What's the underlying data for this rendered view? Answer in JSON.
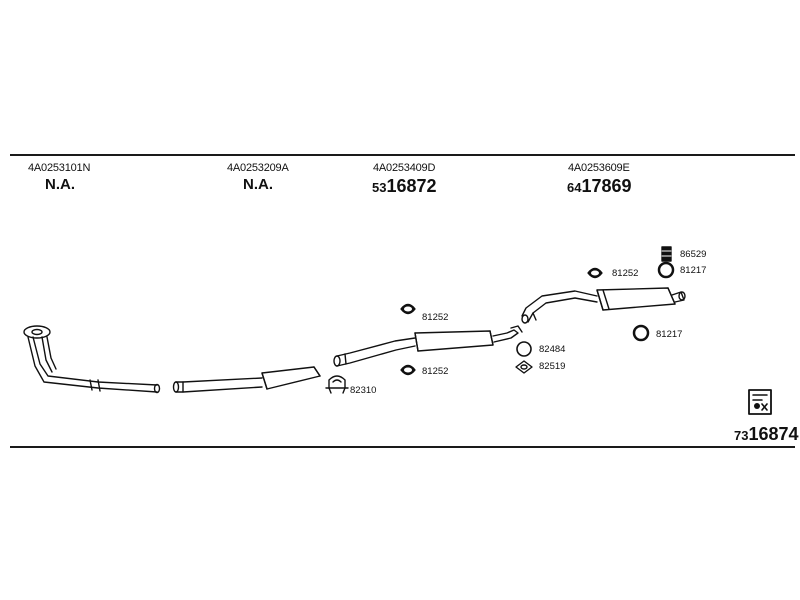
{
  "columns": [
    {
      "code": "4A0253101N",
      "status": "N.A."
    },
    {
      "code": "4A0253209A",
      "status": "N.A."
    },
    {
      "code": "4A0253409D",
      "pn_prefix": "53",
      "pn_main": "16872"
    },
    {
      "code": "4A0253609E",
      "pn_prefix": "64",
      "pn_main": "17869"
    }
  ],
  "part_labels": {
    "p86529": "86529",
    "p81217a": "81217",
    "p81252a": "81252",
    "p81217b": "81217",
    "p81252b": "81252",
    "p81252c": "81252",
    "p82484": "82484",
    "p82519": "82519",
    "p82310": "82310"
  },
  "footer": {
    "pn_prefix": "73",
    "pn_main": "16874"
  }
}
